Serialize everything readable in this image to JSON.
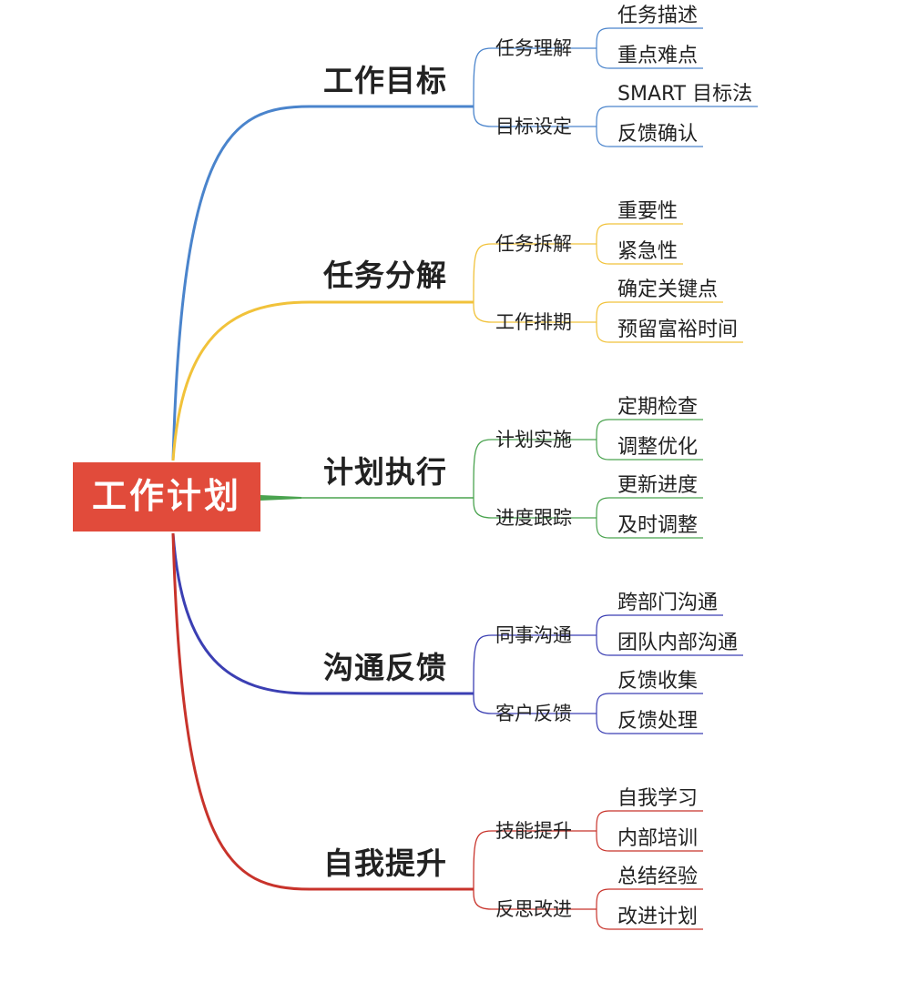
{
  "root": {
    "label": "工作计划",
    "color": "#e14b3b"
  },
  "branches": [
    {
      "label": "工作目标",
      "color": "#4a84cc",
      "children": [
        {
          "label": "任务理解",
          "leaves": [
            "任务描述",
            "重点难点"
          ]
        },
        {
          "label": "目标设定",
          "leaves": [
            "SMART  目标法",
            "反馈确认"
          ]
        }
      ]
    },
    {
      "label": "任务分解",
      "color": "#f1c23a",
      "children": [
        {
          "label": "任务拆解",
          "leaves": [
            "重要性",
            "紧急性"
          ]
        },
        {
          "label": "工作排期",
          "leaves": [
            "确定关键点",
            "预留富裕时间"
          ]
        }
      ]
    },
    {
      "label": "计划执行",
      "color": "#4aa34f",
      "children": [
        {
          "label": "计划实施",
          "leaves": [
            "定期检查",
            "调整优化"
          ]
        },
        {
          "label": "进度跟踪",
          "leaves": [
            "更新进度",
            "及时调整"
          ]
        }
      ]
    },
    {
      "label": "沟通反馈",
      "color": "#3b3fb3",
      "children": [
        {
          "label": "同事沟通",
          "leaves": [
            "跨部门沟通",
            "团队内部沟通"
          ]
        },
        {
          "label": "客户反馈",
          "leaves": [
            "反馈收集",
            "反馈处理"
          ]
        }
      ]
    },
    {
      "label": "自我提升",
      "color": "#c8332b",
      "children": [
        {
          "label": "技能提升",
          "leaves": [
            "自我学习",
            "内部培训"
          ]
        },
        {
          "label": "反思改进",
          "leaves": [
            "总结经验",
            "改进计划"
          ]
        }
      ]
    }
  ]
}
